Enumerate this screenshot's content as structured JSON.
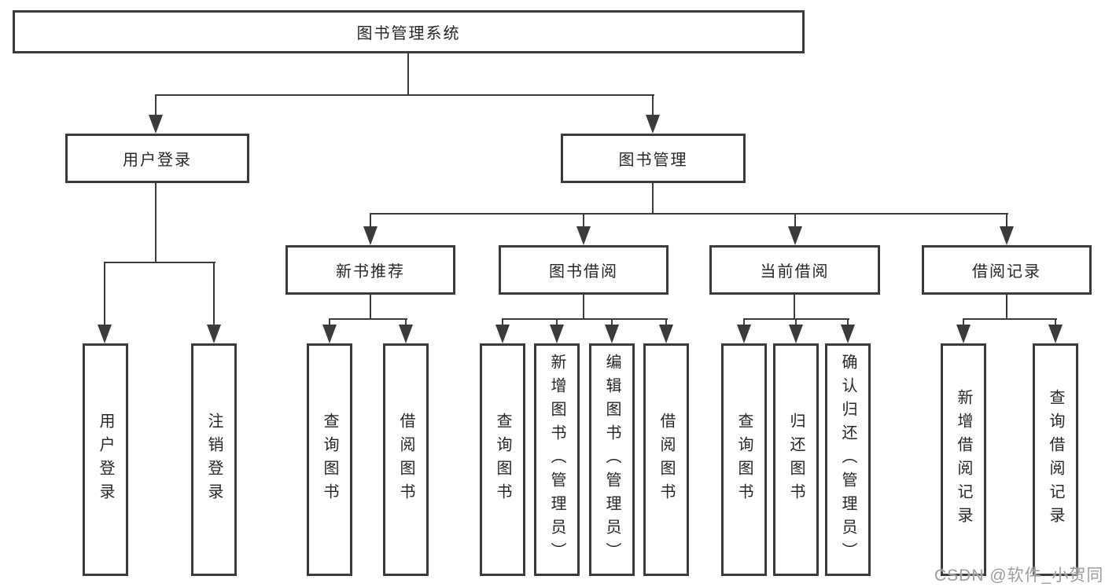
{
  "tree": {
    "label": "图书管理系统",
    "children": [
      {
        "label": "用户登录",
        "children": [
          {
            "label": "用户登录"
          },
          {
            "label": "注销登录"
          }
        ]
      },
      {
        "label": "图书管理",
        "children": [
          {
            "label": "新书推荐",
            "children": [
              {
                "label": "查询图书"
              },
              {
                "label": "借阅图书"
              }
            ]
          },
          {
            "label": "图书借阅",
            "children": [
              {
                "label": "查询图书"
              },
              {
                "label": "新增图书（管理员）"
              },
              {
                "label": "编辑图书（管理员）"
              },
              {
                "label": "借阅图书"
              }
            ]
          },
          {
            "label": "当前借阅",
            "children": [
              {
                "label": "查询图书"
              },
              {
                "label": "归还图书"
              },
              {
                "label": "确认归还（管理员）"
              }
            ]
          },
          {
            "label": "借阅记录",
            "children": [
              {
                "label": "新增借阅记录"
              },
              {
                "label": "查询借阅记录"
              }
            ]
          }
        ]
      }
    ]
  },
  "watermark": {
    "text": "CSDN @软件_小贺同学"
  },
  "colors": {
    "line": "#3b3b3b",
    "text": "#262626",
    "background": "#ffffff",
    "watermark": "#9d9d9d"
  }
}
